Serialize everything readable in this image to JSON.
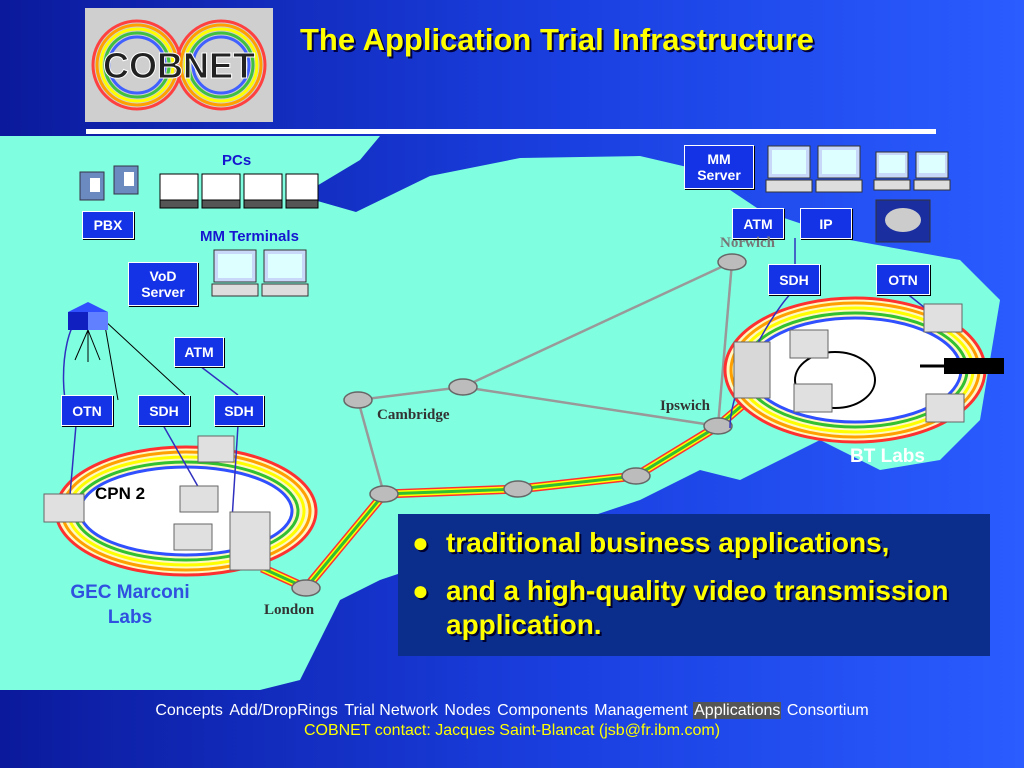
{
  "slide": {
    "title": "The Application Trial Infrastructure",
    "logo_text": "COBNET"
  },
  "diagram": {
    "labels": {
      "pcs": "PCs",
      "mm_terminals": "MM Terminals",
      "cpn2": "CPN 2",
      "gec": "GEC Marconi Labs",
      "bt_labs": "BT Labs"
    },
    "boxes": {
      "pbx": "PBX",
      "vod_server": "VoD Server",
      "atm_left": "ATM",
      "otn_left": "OTN",
      "sdh_left1": "SDH",
      "sdh_left2": "SDH",
      "mm_server": "MM Server",
      "atm_right": "ATM",
      "ip_right": "IP",
      "sdh_right": "SDH",
      "otn_right": "OTN"
    },
    "cities": {
      "norwich": "Norwich",
      "cambridge": "Cambridge",
      "ipswich": "Ipswich",
      "london": "London"
    }
  },
  "bullets": [
    "traditional business applications,",
    "and a high-quality video transmission application."
  ],
  "bullet_glyph": "●",
  "footer": {
    "nav": [
      {
        "label": "Concepts",
        "active": false
      },
      {
        "label": "Add/DropRings",
        "active": false
      },
      {
        "label": "Trial Network",
        "active": false
      },
      {
        "label": "Nodes",
        "active": false
      },
      {
        "label": "Components",
        "active": false
      },
      {
        "label": "Management",
        "active": false
      },
      {
        "label": "Applications",
        "active": true
      },
      {
        "label": "Consortium",
        "active": false
      }
    ],
    "contact": "COBNET contact: Jacques Saint-Blancat (jsb@fr.ibm.com)"
  },
  "colors": {
    "background_blue": "#1a3fe0",
    "map_land": "#80ffe0",
    "title_yellow": "#ffff00",
    "box_blue": "#1432e6",
    "bullet_panel": "#0b2e8c"
  }
}
